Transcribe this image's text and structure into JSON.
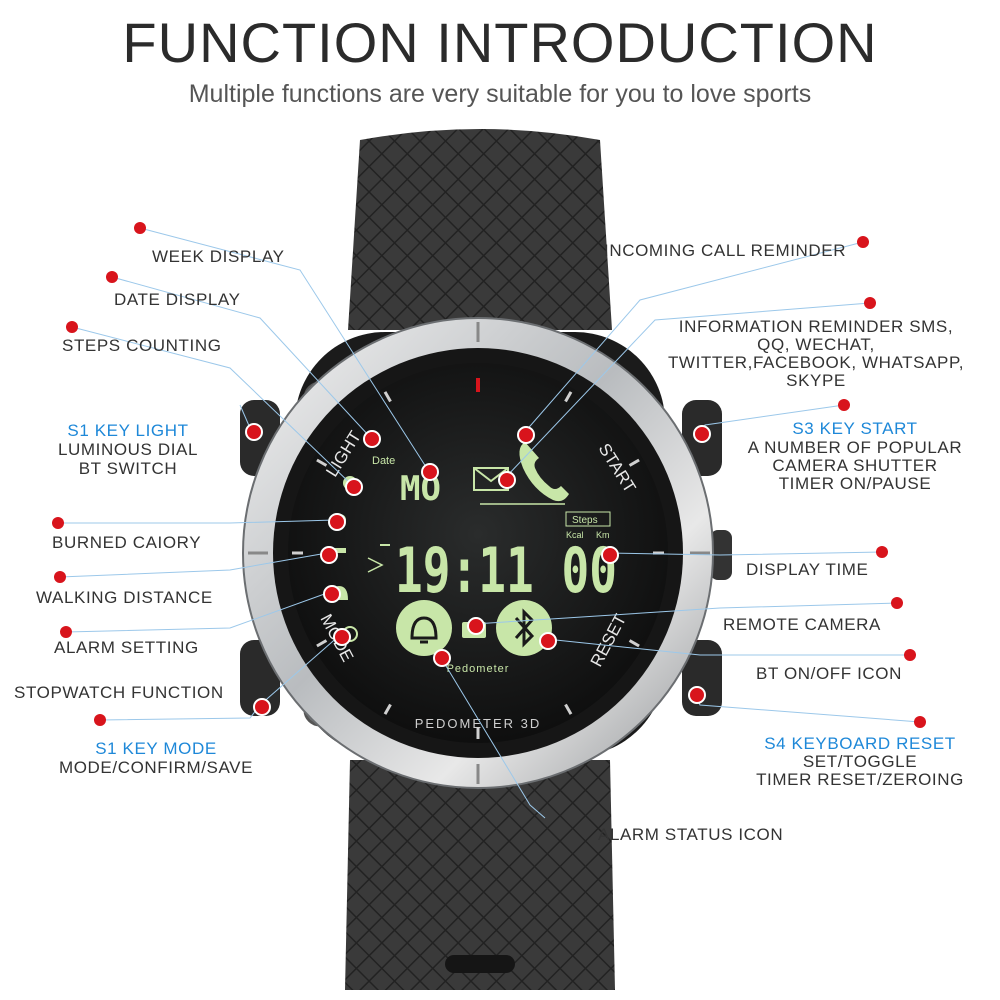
{
  "header": {
    "title": "FUNCTION INTRODUCTION",
    "subtitle": "Multiple functions are very suitable for you to love sports"
  },
  "watch": {
    "bezel_start": "START",
    "bezel_reset": "RESET",
    "bezel_light": "LIGHT",
    "bezel_mode": "MODE",
    "bezel_brand": "PEDOMETER 3D",
    "lcd_day": "MO",
    "lcd_date_label": "Date",
    "lcd_time": "19:11 00",
    "lcd_steps_label": "Steps",
    "lcd_kcal_label": "Kcal",
    "lcd_km_label": "Km",
    "lcd_pedometer": "Pedometer"
  },
  "labels": {
    "week_display": "WEEK DISPLAY",
    "date_display": "DATE DISPLAY",
    "steps_counting": "STEPS COUNTING",
    "s1_key_light": "S1 KEY LIGHT",
    "luminous_dial": "LUMINOUS DIAL",
    "bt_switch": "BT SWITCH",
    "burned_calory": "BURNED CAIORY",
    "walking_distance": "WALKING DISTANCE",
    "alarm_setting": "ALARM SETTING",
    "stopwatch_function": "STOPWATCH FUNCTION",
    "s1_key_mode": "S1 KEY MODE",
    "mode_confirm_save": "MODE/CONFIRM/SAVE",
    "incoming_call": "INCOMING CALL REMINDER",
    "info_reminder_1": "INFORMATION REMINDER SMS,",
    "info_reminder_2": "QQ, WECHAT,",
    "info_reminder_3": "TWITTER,FACEBOOK, WHATSAPP,",
    "info_reminder_4": "SKYPE",
    "s3_key_start": "S3 KEY START",
    "camera_shutter_1": "A NUMBER OF POPULAR",
    "camera_shutter_2": "CAMERA SHUTTER",
    "camera_shutter_3": "TIMER ON/PAUSE",
    "display_time": "DISPLAY TIME",
    "remote_camera": "REMOTE CAMERA",
    "bt_icon": "BT ON/OFF ICON",
    "s4_key_reset": "S4 KEYBOARD RESET",
    "set_toggle": "SET/TOGGLE",
    "timer_reset": "TIMER RESET/ZEROING",
    "alarm_status": "ALARM STATUS ICON"
  },
  "colors": {
    "accent_red": "#d8141c",
    "key_blue": "#1e88d8",
    "lcd_green": "#c8e6a8",
    "strap": "#2e2e2e"
  }
}
